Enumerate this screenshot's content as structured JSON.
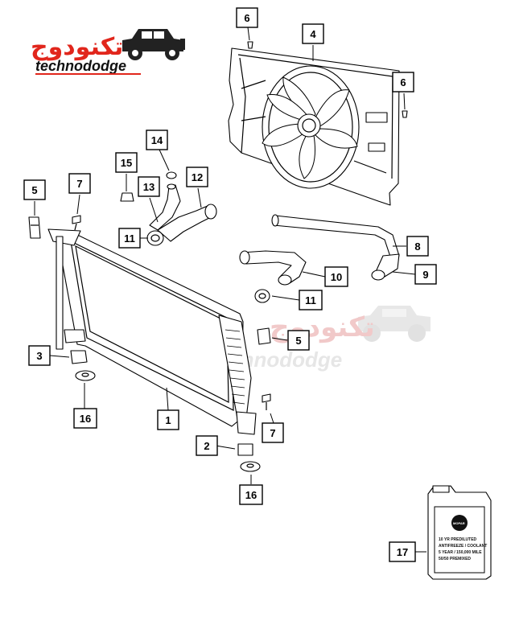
{
  "logo": {
    "arabic_text": "تكنودوج",
    "latin_text": "technododge"
  },
  "watermark": {
    "arabic_text": "تكنودوج",
    "latin_text": "technododge"
  },
  "colors": {
    "logo_red": "#e1261c",
    "line": "#000000",
    "watermark_red": "#f1c9c9",
    "watermark_grey": "#e6e6e6"
  },
  "callouts": [
    {
      "id": "c6a",
      "label": "6"
    },
    {
      "id": "c4",
      "label": "4"
    },
    {
      "id": "c6b",
      "label": "6"
    },
    {
      "id": "c14",
      "label": "14"
    },
    {
      "id": "c15",
      "label": "15"
    },
    {
      "id": "c12",
      "label": "12"
    },
    {
      "id": "c13",
      "label": "13"
    },
    {
      "id": "c5a",
      "label": "5"
    },
    {
      "id": "c7a",
      "label": "7"
    },
    {
      "id": "c11a",
      "label": "11"
    },
    {
      "id": "c8",
      "label": "8"
    },
    {
      "id": "c10",
      "label": "10"
    },
    {
      "id": "c9",
      "label": "9"
    },
    {
      "id": "c11b",
      "label": "11"
    },
    {
      "id": "c5b",
      "label": "5"
    },
    {
      "id": "c3",
      "label": "3"
    },
    {
      "id": "c1",
      "label": "1"
    },
    {
      "id": "c16a",
      "label": "16"
    },
    {
      "id": "c7b",
      "label": "7"
    },
    {
      "id": "c2",
      "label": "2"
    },
    {
      "id": "c16b",
      "label": "16"
    },
    {
      "id": "c17",
      "label": "17"
    }
  ],
  "coolant_jug": {
    "brand": "MOPAR",
    "label_lines": [
      "10 YR PREDILUTED",
      "ANTIFREEZE / COOLANT",
      "5 YEAR / 150,000 MILE",
      "50/50 PREMIXED"
    ]
  },
  "icons": {
    "logo": "jeep-icon",
    "watermark": "jeep-watermark-icon"
  }
}
